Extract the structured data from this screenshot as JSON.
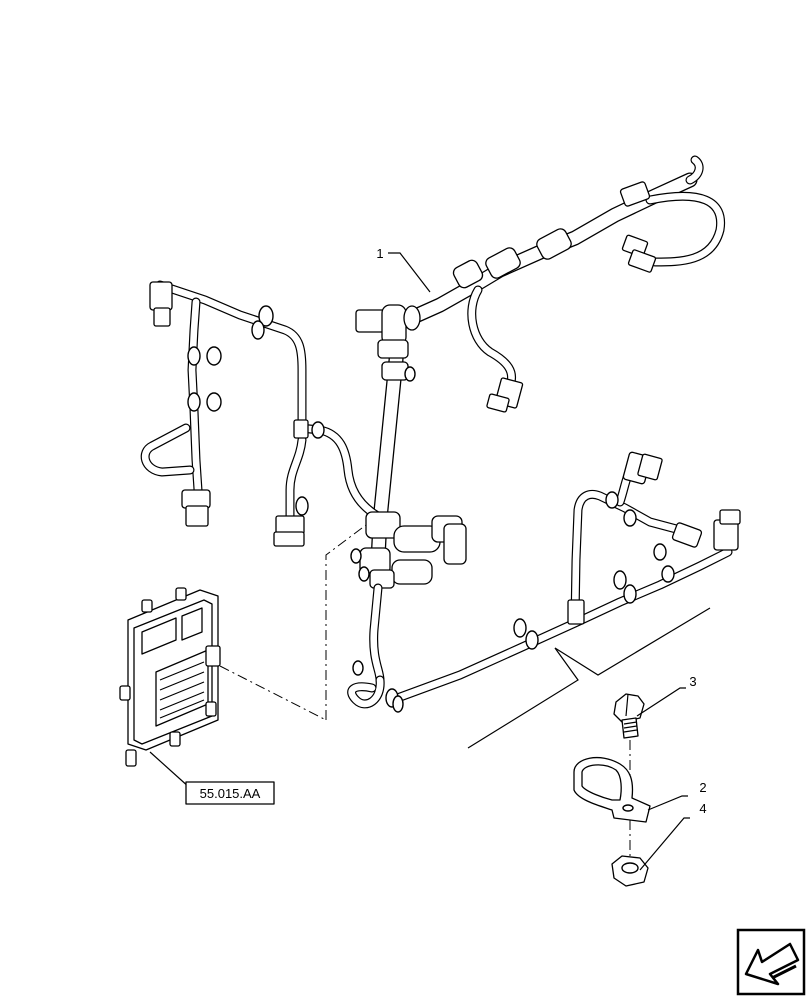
{
  "callouts": [
    {
      "id": "1",
      "label": "1"
    },
    {
      "id": "2",
      "label": "2"
    },
    {
      "id": "3",
      "label": "3"
    },
    {
      "id": "4",
      "label": "4"
    }
  ],
  "reference": {
    "label": "55.015.AA"
  },
  "nav": {
    "icon": "arrow-icon"
  }
}
